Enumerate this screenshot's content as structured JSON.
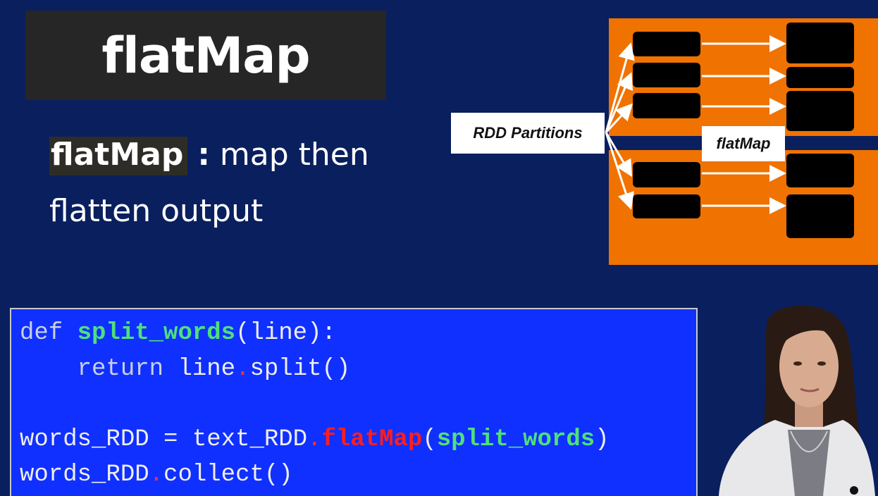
{
  "slide": {
    "title": "flatMap",
    "definition_term": "flatMap",
    "definition_colon": ":",
    "definition_line1_rest": "map then",
    "definition_line2": "flatten output"
  },
  "diagram": {
    "source_label": "RDD Partitions",
    "operation_label": "flatMap"
  },
  "code": {
    "l1_def": "def ",
    "l1_fn": "split_words",
    "l1_rest": "(line):",
    "l2_indent": "    ",
    "l2_return": "return ",
    "l2_obj": "line",
    "l2_dot": ".",
    "l2_call": "split()",
    "l4_a": "words_RDD = text_RDD",
    "l4_dot": ".",
    "l4_method": "flatMap",
    "l4_open": "(",
    "l4_arg": "split_words",
    "l4_close": ")",
    "l5_a": "words_RDD",
    "l5_dot": ".",
    "l5_call": "collect()"
  },
  "colors": {
    "background": "#0a1f5e",
    "title_box": "#262626",
    "diagram_orange": "#f07200",
    "code_panel": "#1030ff",
    "function_green": "#4fe07a",
    "method_red": "#ff1e1e"
  }
}
